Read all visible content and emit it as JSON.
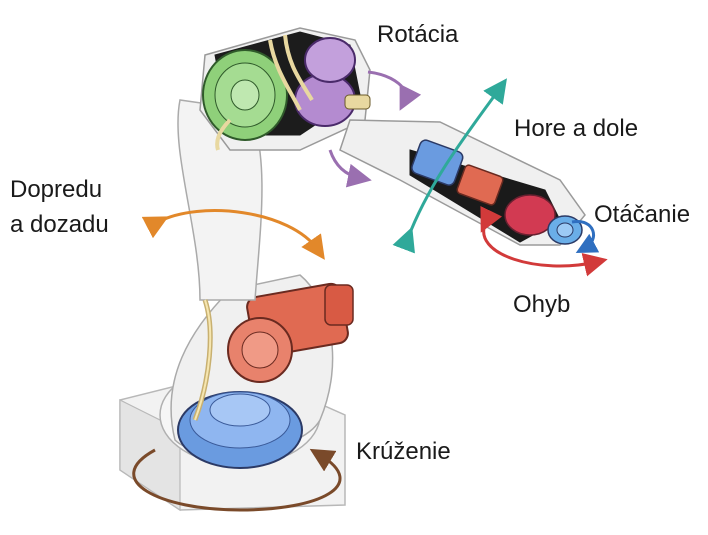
{
  "labels": {
    "rotation": "Rotácia",
    "up_down": "Hore a dole",
    "forward_back_line1": "Dopredu",
    "forward_back_line2": "a dozadu",
    "turning": "Otáčanie",
    "bend": "Ohyb",
    "circling": "Krúženie"
  },
  "colors": {
    "rotation_arrow": "#9a6fb0",
    "up_down_arrow": "#2fa99a",
    "forward_back_arrow": "#e2882a",
    "bend_arrow": "#d23a3a",
    "turning_arrow": "#2f6fc0",
    "circling_arrow": "#7a4a2a",
    "green_motor": "#8fd07a",
    "purple_motor": "#b48bd0",
    "red_motor": "#e06a52",
    "blue_motor": "#6a9be0",
    "robot_body": "#efefef"
  }
}
